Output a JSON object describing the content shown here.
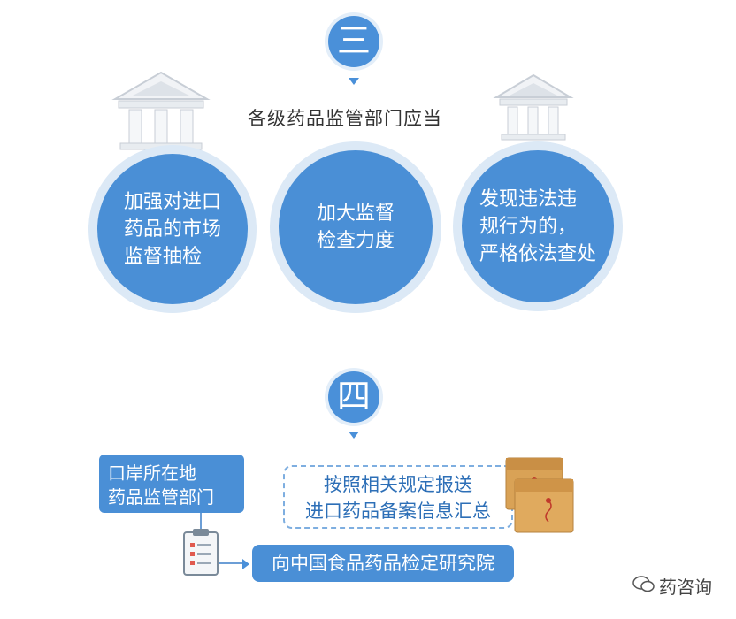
{
  "section3": {
    "number": "三",
    "subtitle": "各级药品监管部门应当",
    "circles": [
      {
        "lines": [
          "加强对进口",
          "药品的市场",
          "监督抽检"
        ]
      },
      {
        "lines": [
          "加大监督",
          "检查力度"
        ]
      },
      {
        "lines": [
          "发现违法违",
          "规行为的，",
          "严格依法查处"
        ]
      }
    ]
  },
  "section4": {
    "number": "四",
    "left_box": [
      "口岸所在地",
      "药品监管部门"
    ],
    "dashed_box": [
      "按照相关规定报送",
      "进口药品备案信息汇总"
    ],
    "bottom_box": "向中国食品药品检定研究院"
  },
  "watermark": "药咨询",
  "colors": {
    "primary": "#4a8fd6",
    "ring": "#dce9f6",
    "dashed": "#7eaee0"
  }
}
